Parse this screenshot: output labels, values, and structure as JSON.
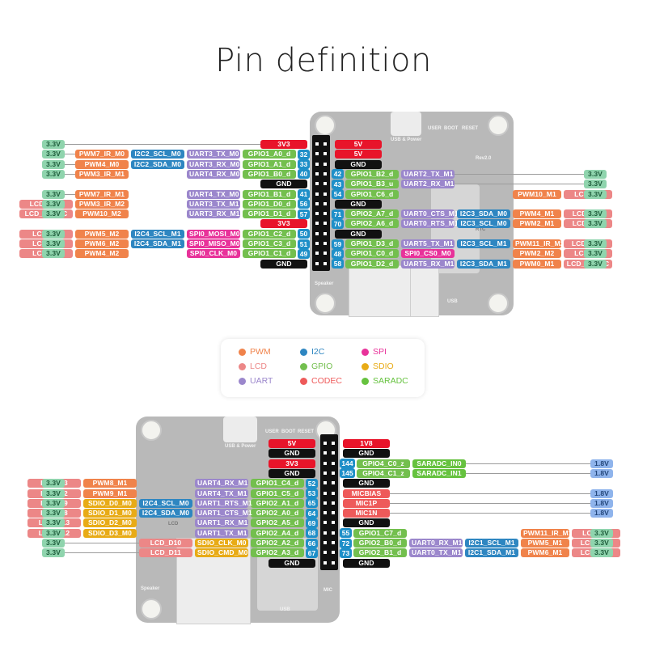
{
  "title": "Pin definition",
  "colors": {
    "PWM": "#f0834b",
    "LCD": "#ec8787",
    "UART": "#9b87cc",
    "I2C": "#2e86c1",
    "GPIO": "#73bf4e",
    "CODEC": "#ee5a5a",
    "SPI": "#e8329a",
    "SDIO": "#e8ab16",
    "SARADC": "#66c23f",
    "PWR": "#e8142a",
    "GND": "#111111",
    "V33": "#8fd4ad",
    "V18": "#8fb4ec",
    "NUM": "#1e8fc8"
  },
  "legend": [
    {
      "label": "PWM",
      "type": "PWM"
    },
    {
      "label": "I2C",
      "type": "I2C"
    },
    {
      "label": "SPI",
      "type": "SPI"
    },
    {
      "label": "LCD",
      "type": "LCD"
    },
    {
      "label": "GPIO",
      "type": "GPIO"
    },
    {
      "label": "SDIO",
      "type": "SDIO"
    },
    {
      "label": "UART",
      "type": "UART"
    },
    {
      "label": "CODEC",
      "type": "CODEC"
    },
    {
      "label": "SARADC",
      "type": "SARADC"
    }
  ],
  "board_silkscreen": {
    "usb_power": "USB & Power",
    "user": "USER",
    "boot": "BOOT",
    "reset": "RESET",
    "rev": "Rev2.0",
    "speaker": "Speaker",
    "usb": "USB",
    "rtc": "RTC",
    "lcd": "LCD",
    "mic": "MIC"
  },
  "top_header": {
    "left_rows": [
      {
        "volt": "3.3V",
        "funcs": [],
        "gpio": "3V3",
        "gpio_type": "PWR",
        "num": ""
      },
      {
        "volt": "3.3V",
        "funcs": [
          [
            "PWM7_IR_M0",
            "PWM"
          ],
          [
            "I2C2_SCL_M0",
            "I2C"
          ],
          [
            "UART3_TX_M0",
            "UART"
          ]
        ],
        "gpio": "GPIO1_A0_d",
        "gpio_type": "GPIO",
        "num": "32"
      },
      {
        "volt": "3.3V",
        "funcs": [
          [
            "PWM4_M0",
            "PWM"
          ],
          [
            "I2C2_SDA_M0",
            "I2C"
          ],
          [
            "UART3_RX_M0",
            "UART"
          ]
        ],
        "gpio": "GPIO1_A1_d",
        "gpio_type": "GPIO",
        "num": "33"
      },
      {
        "volt": "3.3V",
        "funcs": [
          [
            "PWM3_IR_M1",
            "PWM"
          ],
          [
            "",
            ""
          ],
          [
            "UART4_RX_M0",
            "UART"
          ]
        ],
        "gpio": "GPIO1_B0_d",
        "gpio_type": "GPIO",
        "num": "40"
      },
      {
        "volt": "",
        "funcs": [],
        "gpio": "GND",
        "gpio_type": "GND",
        "num": ""
      },
      {
        "volt": "3.3V",
        "funcs": [
          [
            "PWM7_IR_M1",
            "PWM"
          ],
          [
            "",
            ""
          ],
          [
            "UART4_TX_M0",
            "UART"
          ]
        ],
        "gpio": "GPIO1_B1_d",
        "gpio_type": "GPIO",
        "num": "41"
      },
      {
        "volt": "3.3V",
        "funcs": [
          [
            "LCD_DEN",
            "LCD"
          ],
          [
            "PWM3_IR_M2",
            "PWM"
          ],
          [
            "",
            ""
          ],
          [
            "UART3_TX_M1",
            "UART"
          ]
        ],
        "gpio": "GPIO1_D0_d",
        "gpio_type": "GPIO",
        "num": "56"
      },
      {
        "volt": "3.3V",
        "funcs": [
          [
            "LCD_HSYNC",
            "LCD"
          ],
          [
            "PWM10_M2",
            "PWM"
          ],
          [
            "",
            ""
          ],
          [
            "UART3_RX_M1",
            "UART"
          ]
        ],
        "gpio": "GPIO1_D1_d",
        "gpio_type": "GPIO",
        "num": "57"
      },
      {
        "volt": "",
        "funcs": [],
        "gpio": "3V3",
        "gpio_type": "PWR",
        "num": ""
      },
      {
        "volt": "3.3V",
        "funcs": [
          [
            "LCD_D5",
            "LCD"
          ],
          [
            "PWM5_M2",
            "PWM"
          ],
          [
            "I2C4_SCL_M1",
            "I2C"
          ],
          [
            "SPI0_MOSI_M0",
            "SPI"
          ]
        ],
        "gpio": "GPIO1_C2_d",
        "gpio_type": "GPIO",
        "num": "50"
      },
      {
        "volt": "3.3V",
        "funcs": [
          [
            "LCD_D4",
            "LCD"
          ],
          [
            "PWM6_M2",
            "PWM"
          ],
          [
            "I2C4_SDA_M1",
            "I2C"
          ],
          [
            "SPI0_MISO_M0",
            "SPI"
          ]
        ],
        "gpio": "GPIO1_C3_d",
        "gpio_type": "GPIO",
        "num": "51"
      },
      {
        "volt": "3.3V",
        "funcs": [
          [
            "LCD_D6",
            "LCD"
          ],
          [
            "PWM4_M2",
            "PWM"
          ],
          [
            "",
            ""
          ],
          [
            "SPI0_CLK_M0",
            "SPI"
          ]
        ],
        "gpio": "GPIO1_C1_d",
        "gpio_type": "GPIO",
        "num": "49"
      },
      {
        "volt": "",
        "funcs": [],
        "gpio": "GND",
        "gpio_type": "GND",
        "num": ""
      }
    ],
    "right_rows": [
      {
        "num": "",
        "gpio": "5V",
        "gpio_type": "PWR",
        "funcs": [],
        "volt": ""
      },
      {
        "num": "",
        "gpio": "5V",
        "gpio_type": "PWR",
        "funcs": [],
        "volt": ""
      },
      {
        "num": "",
        "gpio": "GND",
        "gpio_type": "GND",
        "funcs": [],
        "volt": ""
      },
      {
        "num": "42",
        "gpio": "GPIO1_B2_d",
        "gpio_type": "GPIO",
        "funcs": [
          [
            "UART2_TX_M1",
            "UART"
          ]
        ],
        "volt": "3.3V"
      },
      {
        "num": "43",
        "gpio": "GPIO1_B3_u",
        "gpio_type": "GPIO",
        "funcs": [
          [
            "UART2_RX_M1",
            "UART"
          ]
        ],
        "volt": "3.3V"
      },
      {
        "num": "54",
        "gpio": "GPIO1_C6_d",
        "gpio_type": "GPIO",
        "funcs": [
          [
            "",
            ""
          ],
          [
            "",
            ""
          ],
          [
            "PWM10_M1",
            "PWM"
          ],
          [
            "LCD_D1",
            "LCD"
          ]
        ],
        "volt": "3.3V"
      },
      {
        "num": "",
        "gpio": "GND",
        "gpio_type": "GND",
        "funcs": [],
        "volt": ""
      },
      {
        "num": "71",
        "gpio": "GPIO2_A7_d",
        "gpio_type": "GPIO",
        "funcs": [
          [
            "UART0_CTS_M1",
            "UART"
          ],
          [
            "I2C3_SDA_M0",
            "I2C"
          ],
          [
            "PWM4_M1",
            "PWM"
          ],
          [
            "LCD_D15",
            "LCD"
          ]
        ],
        "volt": "3.3V"
      },
      {
        "num": "70",
        "gpio": "GPIO2_A6_d",
        "gpio_type": "GPIO",
        "funcs": [
          [
            "UART0_RTS_M1",
            "UART"
          ],
          [
            "I2C3_SCL_M0",
            "I2C"
          ],
          [
            "PWM2_M1",
            "PWM"
          ],
          [
            "LCD_D14",
            "LCD"
          ]
        ],
        "volt": "3.3V"
      },
      {
        "num": "",
        "gpio": "GND",
        "gpio_type": "GND",
        "funcs": [],
        "volt": ""
      },
      {
        "num": "59",
        "gpio": "GPIO1_D3_d",
        "gpio_type": "GPIO",
        "funcs": [
          [
            "UART5_TX_M1",
            "UART"
          ],
          [
            "I2C3_SCL_M1",
            "I2C"
          ],
          [
            "PWM11_IR_M2",
            "PWM"
          ],
          [
            "LCD_CLK",
            "LCD"
          ]
        ],
        "volt": "3.3V"
      },
      {
        "num": "48",
        "gpio": "GPIO1_C0_d",
        "gpio_type": "GPIO",
        "funcs": [
          [
            "SPI0_CS0_M0",
            "SPI"
          ],
          [
            "",
            ""
          ],
          [
            "PWM2_M2",
            "PWM"
          ],
          [
            "LCD_D7",
            "LCD"
          ]
        ],
        "volt": "3.3V"
      },
      {
        "num": "58",
        "gpio": "GPIO1_D2_d",
        "gpio_type": "GPIO",
        "funcs": [
          [
            "UART5_RX_M1",
            "UART"
          ],
          [
            "I2C3_SDA_M1",
            "I2C"
          ],
          [
            "PWM0_M1",
            "PWM"
          ],
          [
            "LCD_VSYNC",
            "LCD"
          ]
        ],
        "volt": "3.3V"
      }
    ]
  },
  "bottom_header": {
    "left_rows": [
      {
        "volt": "",
        "funcs": [],
        "gpio": "5V",
        "gpio_type": "PWR",
        "num": ""
      },
      {
        "volt": "",
        "funcs": [],
        "gpio": "GND",
        "gpio_type": "GND",
        "num": ""
      },
      {
        "volt": "",
        "funcs": [],
        "gpio": "3V3",
        "gpio_type": "PWR",
        "num": ""
      },
      {
        "volt": "",
        "funcs": [],
        "gpio": "GND",
        "gpio_type": "GND",
        "num": ""
      },
      {
        "volt": "3.3V",
        "funcs": [
          [
            "LCD_D3",
            "LCD"
          ],
          [
            "PWM8_M1",
            "PWM"
          ],
          [
            "",
            ""
          ],
          [
            "UART4_RX_M1",
            "UART"
          ]
        ],
        "gpio": "GPIO1_C4_d",
        "gpio_type": "GPIO",
        "num": "52"
      },
      {
        "volt": "3.3V",
        "funcs": [
          [
            "LCD_D2",
            "LCD"
          ],
          [
            "PWM9_M1",
            "PWM"
          ],
          [
            "",
            ""
          ],
          [
            "UART4_TX_M1",
            "UART"
          ]
        ],
        "gpio": "GPIO1_C5_d",
        "gpio_type": "GPIO",
        "num": "53"
      },
      {
        "volt": "3.3V",
        "funcs": [
          [
            "LCD_D9",
            "LCD"
          ],
          [
            "SDIO_D0_M0",
            "SDIO"
          ],
          [
            "I2C4_SCL_M0",
            "I2C"
          ],
          [
            "UART1_RTS_M1",
            "UART"
          ]
        ],
        "gpio": "GPIO2_A1_d",
        "gpio_type": "GPIO",
        "num": "65"
      },
      {
        "volt": "3.3V",
        "funcs": [
          [
            "LCD_D8",
            "LCD"
          ],
          [
            "SDIO_D1_M0",
            "SDIO"
          ],
          [
            "I2C4_SDA_M0",
            "I2C"
          ],
          [
            "UART1_CTS_M1",
            "UART"
          ]
        ],
        "gpio": "GPIO2_A0_d",
        "gpio_type": "GPIO",
        "num": "64"
      },
      {
        "volt": "3.3V",
        "funcs": [
          [
            "LCD_D13",
            "LCD"
          ],
          [
            "SDIO_D2_M0",
            "SDIO"
          ],
          [
            "",
            ""
          ],
          [
            "UART1_RX_M1",
            "UART"
          ]
        ],
        "gpio": "GPIO2_A5_d",
        "gpio_type": "GPIO",
        "num": "69"
      },
      {
        "volt": "3.3V",
        "funcs": [
          [
            "LCD_D12",
            "LCD"
          ],
          [
            "SDIO_D3_M0",
            "SDIO"
          ],
          [
            "",
            ""
          ],
          [
            "UART1_TX_M1",
            "UART"
          ]
        ],
        "gpio": "GPIO2_A4_d",
        "gpio_type": "GPIO",
        "num": "68"
      },
      {
        "volt": "3.3V",
        "funcs": [
          [
            "LCD_D10",
            "LCD"
          ],
          [
            "SDIO_CLK_M0",
            "SDIO"
          ]
        ],
        "gpio": "GPIO2_A2_d",
        "gpio_type": "GPIO",
        "num": "66"
      },
      {
        "volt": "3.3V",
        "funcs": [
          [
            "LCD_D11",
            "LCD"
          ],
          [
            "SDIO_CMD_M0",
            "SDIO"
          ]
        ],
        "gpio": "GPIO2_A3_d",
        "gpio_type": "GPIO",
        "num": "67"
      },
      {
        "volt": "",
        "funcs": [],
        "gpio": "GND",
        "gpio_type": "GND",
        "num": ""
      }
    ],
    "right_rows": [
      {
        "num": "",
        "gpio": "1V8",
        "gpio_type": "PWR",
        "funcs": [],
        "volt": ""
      },
      {
        "num": "",
        "gpio": "GND",
        "gpio_type": "GND",
        "funcs": [],
        "volt": ""
      },
      {
        "num": "144",
        "gpio": "GPIO4_C0_z",
        "gpio_type": "GPIO",
        "funcs": [
          [
            "SARADC_IN0",
            "SARADC"
          ]
        ],
        "volt": "1.8V"
      },
      {
        "num": "145",
        "gpio": "GPIO4_C1_z",
        "gpio_type": "GPIO",
        "funcs": [
          [
            "SARADC_IN1",
            "SARADC"
          ]
        ],
        "volt": "1.8V"
      },
      {
        "num": "",
        "gpio": "GND",
        "gpio_type": "GND",
        "funcs": [],
        "volt": ""
      },
      {
        "num": "",
        "gpio": "MICBIAS",
        "gpio_type": "CODEC",
        "funcs": [],
        "volt": "1.8V"
      },
      {
        "num": "",
        "gpio": "MIC1P",
        "gpio_type": "CODEC",
        "funcs": [],
        "volt": "1.8V"
      },
      {
        "num": "",
        "gpio": "MIC1N",
        "gpio_type": "CODEC",
        "funcs": [],
        "volt": "1.8V"
      },
      {
        "num": "",
        "gpio": "GND",
        "gpio_type": "GND",
        "funcs": [],
        "volt": ""
      },
      {
        "num": "55",
        "gpio": "GPIO1_C7_d",
        "gpio_type": "GPIO",
        "funcs": [
          [
            "",
            ""
          ],
          [
            "",
            ""
          ],
          [
            "PWM11_IR_M1",
            "PWM"
          ],
          [
            "LCD_D0",
            "LCD"
          ]
        ],
        "volt": "3.3V"
      },
      {
        "num": "72",
        "gpio": "GPIO2_B0_d",
        "gpio_type": "GPIO",
        "funcs": [
          [
            "UART0_RX_M1",
            "UART"
          ],
          [
            "I2C1_SCL_M1",
            "I2C"
          ],
          [
            "PWM5_M1",
            "PWM"
          ],
          [
            "LCD_D16",
            "LCD"
          ]
        ],
        "volt": "3.3V"
      },
      {
        "num": "73",
        "gpio": "GPIO2_B1_d",
        "gpio_type": "GPIO",
        "funcs": [
          [
            "UART0_TX_M1",
            "UART"
          ],
          [
            "I2C1_SDA_M1",
            "I2C"
          ],
          [
            "PWM6_M1",
            "PWM"
          ],
          [
            "LCD_D17",
            "LCD"
          ]
        ],
        "volt": "3.3V"
      },
      {
        "num": "",
        "gpio": "GND",
        "gpio_type": "GND",
        "funcs": [],
        "volt": ""
      }
    ]
  }
}
